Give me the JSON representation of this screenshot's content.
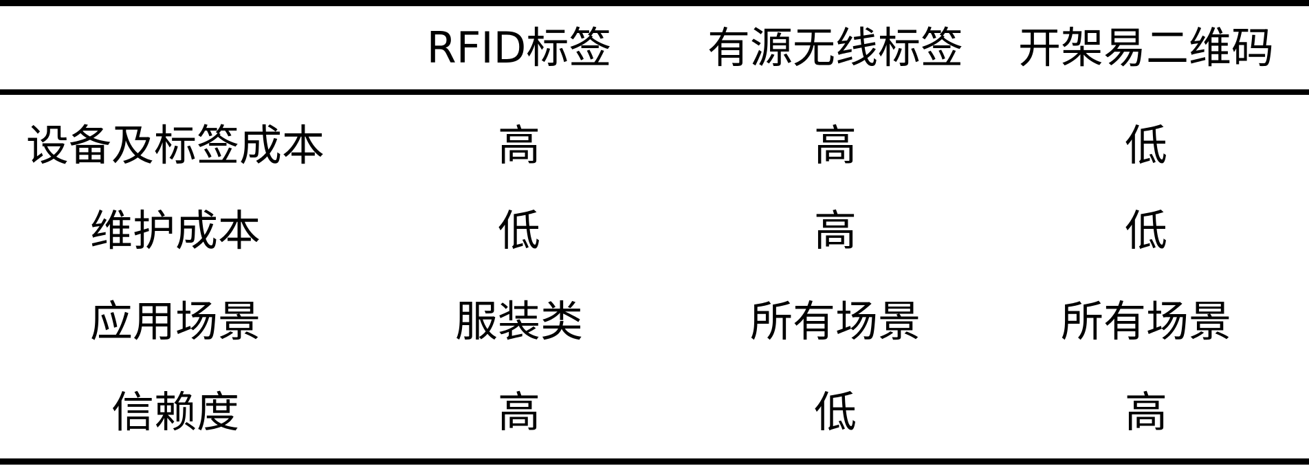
{
  "table": {
    "columns": [
      "",
      "RFID标签",
      "有源无线标签",
      "开架易二维码"
    ],
    "rows": [
      {
        "label": "设备及标签成本",
        "values": [
          "高",
          "高",
          "低"
        ]
      },
      {
        "label": "维护成本",
        "values": [
          "低",
          "高",
          "低"
        ]
      },
      {
        "label": "应用场景",
        "values": [
          "服装类",
          "所有场景",
          "所有场景"
        ]
      },
      {
        "label": "信赖度",
        "values": [
          "高",
          "低",
          "高"
        ]
      }
    ]
  }
}
